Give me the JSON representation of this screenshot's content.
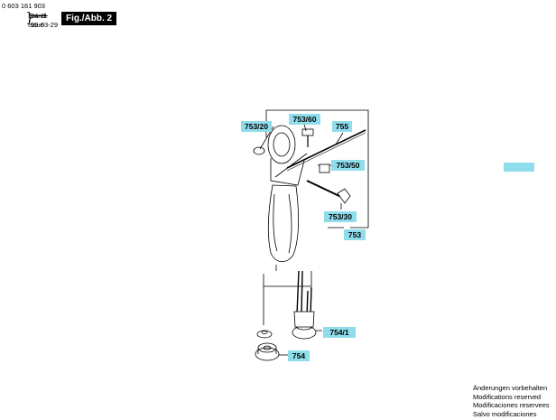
{
  "header": {
    "part_number": "0 603 161 903",
    "stand_label": "Stand",
    "stand_old_value": "94-11",
    "issue_label": "Issue",
    "issue_date": "99-03-29",
    "figure_label": "Fig./Abb. 2"
  },
  "callouts": {
    "c753_20": "753/20",
    "c753_60": "753/60",
    "c755": "755",
    "c753_50": "753/50",
    "c753_30": "753/30",
    "c753": "753",
    "c754_1": "754/1",
    "c754": "754"
  },
  "footer": {
    "line1": "Änderungen vorbehalten",
    "line2": "Modifications reserved",
    "line3": "Modificaciones reservees",
    "line4": "Salvo modificaciones"
  },
  "colors": {
    "callout_fill": "#8fdceb",
    "line": "#000000"
  }
}
